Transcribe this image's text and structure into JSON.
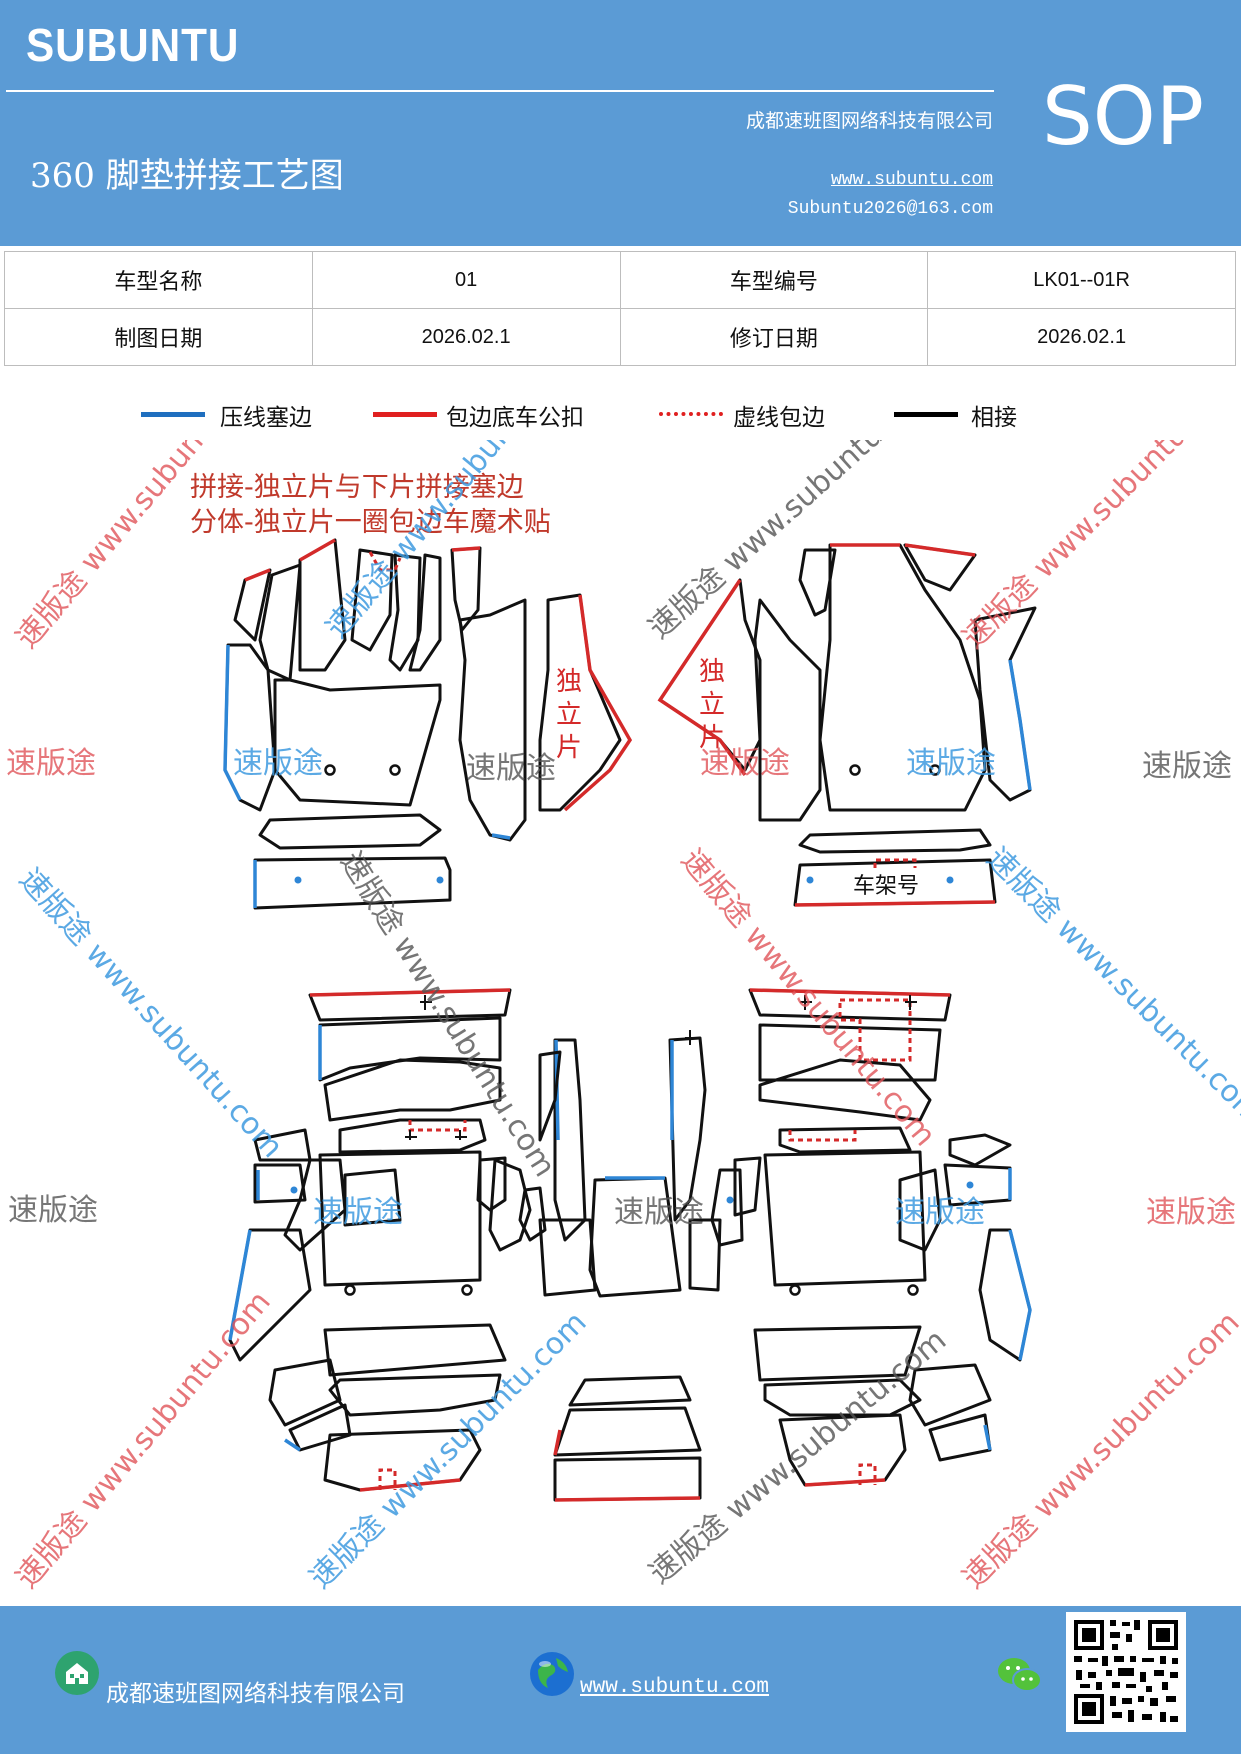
{
  "header": {
    "brand": "SUBUNTU",
    "badge": "SOP",
    "company": "成都速班图网络科技有限公司",
    "title": "360 脚垫拼接工艺图",
    "website": "www.subuntu.com",
    "email": "Subuntu2026@163.com"
  },
  "info_table": {
    "rows": [
      [
        "车型名称",
        "01",
        "车型编号",
        "LK01--01R"
      ],
      [
        "制图日期",
        "2026.02.1",
        "修订日期",
        "2026.02.1"
      ]
    ]
  },
  "legend": [
    {
      "label": "压线塞边",
      "color": "#1f6fbf",
      "style": "solid"
    },
    {
      "label": "包边底车公扣",
      "color": "#e02020",
      "style": "solid"
    },
    {
      "label": "虚线包边",
      "color": "#e02020",
      "style": "dotted"
    },
    {
      "label": "相接",
      "color": "#000000",
      "style": "solid"
    }
  ],
  "diagram": {
    "note_line1": "拼接-独立片与下片拼接塞边",
    "note_line2": "分体-独立片一圈包边车魔术贴",
    "left_piece_label": [
      "独",
      "立",
      "片"
    ],
    "right_piece_label": [
      "独",
      "立",
      "片"
    ],
    "frame_label": "车架号",
    "colors": {
      "edge_blue": "#2e86d6",
      "edge_red": "#d42a2a",
      "outline": "#111111",
      "note": "#c0392b"
    }
  },
  "watermarks": {
    "brand_cn": "速版途",
    "url": "www.subuntu.com",
    "combined": "速版途 www.subuntu.com"
  },
  "footer": {
    "company": "成都速班图网络科技有限公司",
    "website": "www.subuntu.com "
  }
}
